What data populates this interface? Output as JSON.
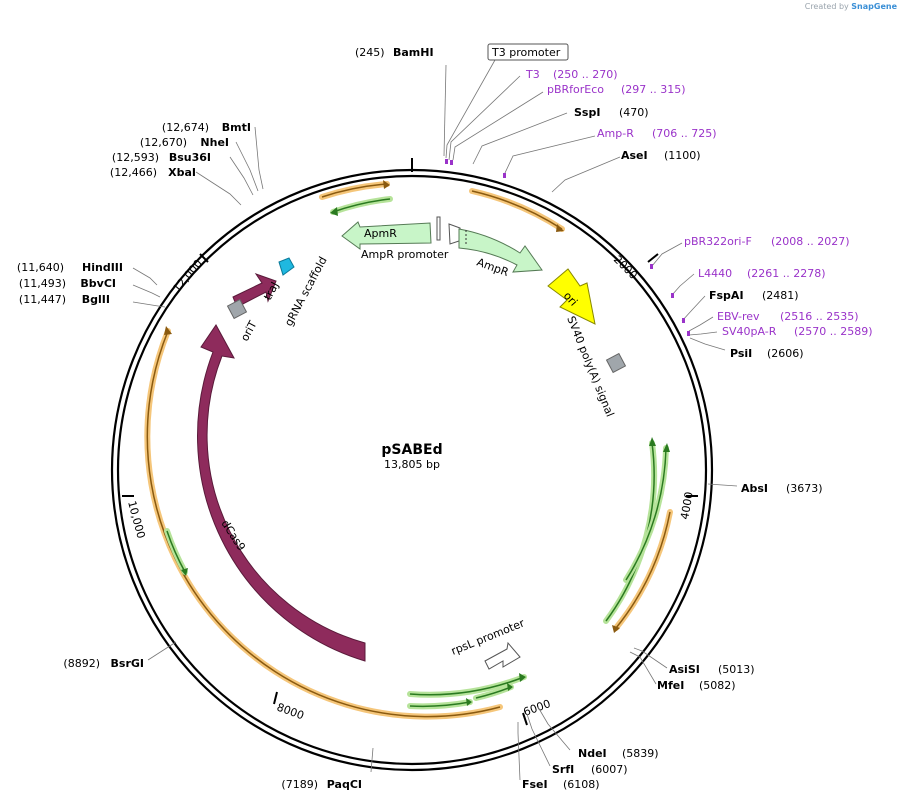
{
  "watermark": {
    "prefix": "Created by",
    "brand": "SnapGene"
  },
  "plasmid": {
    "name": "pSABEd",
    "size_label": "13,805 bp",
    "length": 13805
  },
  "ticks": [
    "2000",
    "4000",
    "6000",
    "8000",
    "10,000",
    "12,000"
  ],
  "sites": [
    {
      "id": "bamhi",
      "name": "BamHI",
      "pos": "(245)",
      "kind": "enzyme"
    },
    {
      "id": "t3",
      "name": "T3",
      "pos": "(250 .. 270)",
      "kind": "primer"
    },
    {
      "id": "pbrforeco",
      "name": "pBRforEco",
      "pos": "(297 .. 315)",
      "kind": "primer"
    },
    {
      "id": "sspi",
      "name": "SspI",
      "pos": "(470)",
      "kind": "enzyme"
    },
    {
      "id": "amp-r-primer",
      "name": "Amp-R",
      "pos": "(706 .. 725)",
      "kind": "primer"
    },
    {
      "id": "asei",
      "name": "AseI",
      "pos": "(1100)",
      "kind": "enzyme"
    },
    {
      "id": "pbr322ori-f",
      "name": "pBR322ori-F",
      "pos": "(2008 .. 2027)",
      "kind": "primer"
    },
    {
      "id": "l4440",
      "name": "L4440",
      "pos": "(2261 .. 2278)",
      "kind": "primer"
    },
    {
      "id": "fspai",
      "name": "FspAI",
      "pos": "(2481)",
      "kind": "enzyme"
    },
    {
      "id": "ebv-rev",
      "name": "EBV-rev",
      "pos": "(2516 .. 2535)",
      "kind": "primer"
    },
    {
      "id": "sv40pa-r",
      "name": "SV40pA-R",
      "pos": "(2570 .. 2589)",
      "kind": "primer"
    },
    {
      "id": "psii",
      "name": "PsiI",
      "pos": "(2606)",
      "kind": "enzyme"
    },
    {
      "id": "absi",
      "name": "AbsI",
      "pos": "(3673)",
      "kind": "enzyme"
    },
    {
      "id": "asisi",
      "name": "AsiSI",
      "pos": "(5013)",
      "kind": "enzyme"
    },
    {
      "id": "mfei",
      "name": "MfeI",
      "pos": "(5082)",
      "kind": "enzyme"
    },
    {
      "id": "ndei",
      "name": "NdeI",
      "pos": "(5839)",
      "kind": "enzyme"
    },
    {
      "id": "srfi",
      "name": "SrfI",
      "pos": "(6007)",
      "kind": "enzyme"
    },
    {
      "id": "fsei",
      "name": "FseI",
      "pos": "(6108)",
      "kind": "enzyme"
    },
    {
      "id": "paqci",
      "name": "PaqCI",
      "pos": "(7189)",
      "kind": "enzyme"
    },
    {
      "id": "bsrgi",
      "name": "BsrGI",
      "pos": "(8892)",
      "kind": "enzyme"
    },
    {
      "id": "bglii",
      "name": "BglII",
      "pos": "(11,447)",
      "kind": "enzyme"
    },
    {
      "id": "bbvci",
      "name": "BbvCI",
      "pos": "(11,493)",
      "kind": "enzyme"
    },
    {
      "id": "hindiii",
      "name": "HindIII",
      "pos": "(11,640)",
      "kind": "enzyme"
    },
    {
      "id": "xbai",
      "name": "XbaI",
      "pos": "(12,466)",
      "kind": "enzyme"
    },
    {
      "id": "bsu36i",
      "name": "Bsu36I",
      "pos": "(12,593)",
      "kind": "enzyme"
    },
    {
      "id": "nhei",
      "name": "NheI",
      "pos": "(12,670)",
      "kind": "enzyme"
    },
    {
      "id": "bmti",
      "name": "BmtI",
      "pos": "(12,674)",
      "kind": "enzyme"
    }
  ],
  "features": {
    "t3_promoter": "T3 promoter",
    "apmr": "ApmR",
    "apmr_promoter": "AmpR promoter",
    "ampr": "AmpR",
    "ori": "ori",
    "sv40": "SV40 poly(A) signal",
    "rpsl": "rpsL promoter",
    "dcas9": "dCas9",
    "orit": "oriT",
    "traj": "traJ",
    "grna": "gRNA scaffold"
  },
  "colors": {
    "enzyme": "#000000",
    "primer": "#9a33c9",
    "dcas9": "#8e2b5c",
    "ampr": "#c8f5c8",
    "ori": "#ffff00",
    "orf_orange": "#f5c67a",
    "orf_green": "#b6e39a",
    "grna": "#1fb8e0",
    "gray_box": "#a0a6ab"
  }
}
